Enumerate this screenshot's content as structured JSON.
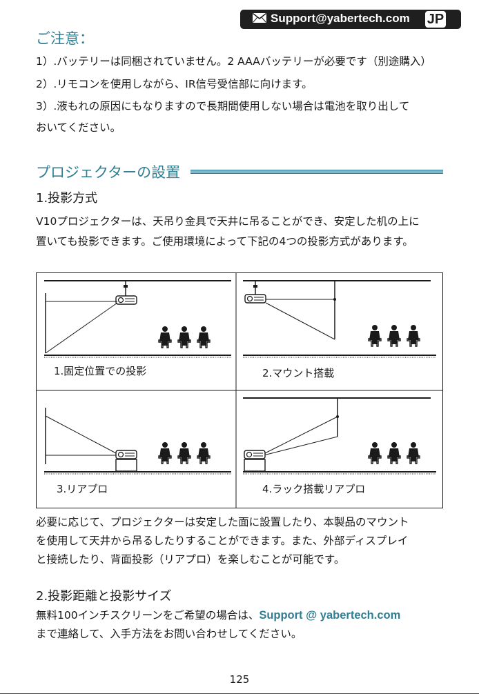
{
  "header": {
    "support_email": "Support@yabertech.com",
    "language": "JP",
    "icon": "envelope-icon"
  },
  "notes": {
    "title": "ご注意：",
    "lines": [
      "1）.バッテリーは同梱されていません。2 AAAバッテリーが必要です（別途購入）",
      "2）.リモコンを使用しながら、IR信号受信部に向けます。",
      "3）.液もれの原因にもなりますので長期間使用しない場合は電池を取り出して",
      "おいてください。"
    ]
  },
  "installation": {
    "title": "プロジェクターの設置",
    "subhead": "1.投影方式",
    "intro": [
      "V10プロジェクターは、天吊り金具で天井に吊ることができ、安定した机の上に",
      "置いても投影できます。ご使用環境によって下記の4つの投影方式があります。"
    ],
    "modes": [
      "1.固定位置での投影",
      "2.マウント搭載",
      "3.リアプロ",
      "4.ラック搭載リアプロ"
    ],
    "after": [
      "必要に応じて、プロジェクターは安定した面に設置したり、本製品のマウント",
      "を使用して天井から吊るしたりすることができます。また、外部ディスプレイ",
      "と接続したり、背面投影（リアプロ）を楽しむことが可能です。"
    ]
  },
  "distance": {
    "subhead": "2.投影距離と投影サイズ",
    "line1_prefix": "無料100インチスクリーンをご希望の場合は、",
    "line1_link": "Support @ yabertech.com",
    "line2": "まで連絡して、入手方法をお問い合わせしてください。"
  },
  "footer": {
    "page_number": "125"
  },
  "colors": {
    "accent": "#2f7e93",
    "badge": "#1f1f1f",
    "rule": "#7cb9cb"
  }
}
